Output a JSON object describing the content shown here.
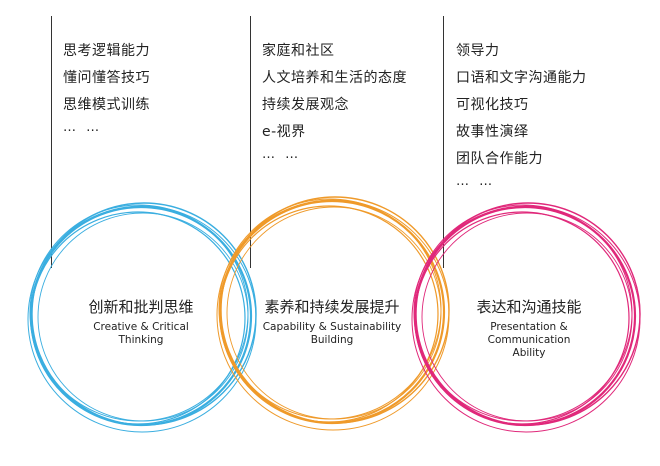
{
  "columns": [
    {
      "items": [
        "思考逻辑能力",
        "懂问懂答技巧",
        "思维模式训练"
      ],
      "more": "… …"
    },
    {
      "items": [
        "家庭和社区",
        "人文培养和生活的态度",
        "持续发展观念",
        "e-视界"
      ],
      "more": "… …"
    },
    {
      "items": [
        "领导力",
        "口语和文字沟通能力",
        "可视化技巧",
        "故事性演绎",
        "团队合作能力"
      ],
      "more": "… …"
    }
  ],
  "circles": [
    {
      "cn": "创新和批判思维",
      "en": [
        "Creative & Critical",
        "Thinking"
      ],
      "color": "#3aaee0"
    },
    {
      "cn": "素养和持续发展提升",
      "en": [
        "Capability & Sustainability",
        "Building"
      ],
      "color": "#ef9a2a"
    },
    {
      "cn": "表达和沟通技能",
      "en": [
        "Presentation &",
        "Communication",
        "Ability"
      ],
      "color": "#e0287a"
    }
  ]
}
